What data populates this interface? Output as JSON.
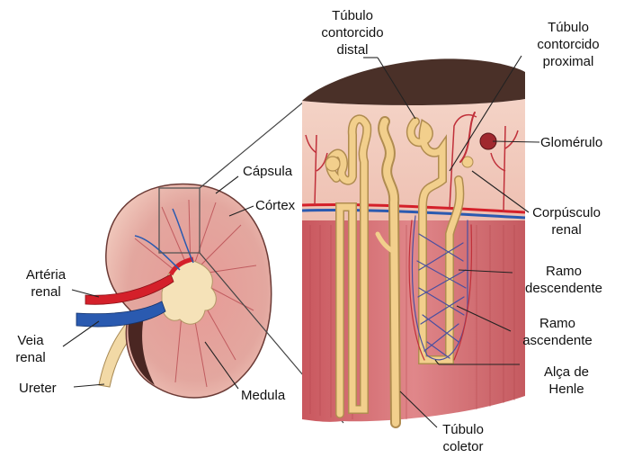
{
  "labels": {
    "tubulo_distal": [
      "Túbulo",
      "contorcido",
      "distal"
    ],
    "tubulo_proximal": [
      "Túbulo",
      "contorcido",
      "proximal"
    ],
    "glomerulo": "Glomérulo",
    "capsula": "Cápsula",
    "cortex": "Córtex",
    "corpusculo": [
      "Corpúsculo",
      "renal"
    ],
    "ramo_descendente": [
      "Ramo",
      "descendente"
    ],
    "ramo_ascendente": [
      "Ramo",
      "ascendente"
    ],
    "alca_henle": [
      "Alça de",
      "Henle"
    ],
    "tubulo_coletor": [
      "Túbulo",
      "coletor"
    ],
    "arteria_renal": [
      "Artéria",
      "renal"
    ],
    "veia_renal": [
      "Veia",
      "renal"
    ],
    "ureter": "Ureter",
    "medula": "Medula"
  },
  "colors": {
    "cortex": "#f0c6b8",
    "medulla": "#d9757a",
    "capsule_cap": "#4a3028",
    "tubule": "#f2cf8c",
    "artery": "#d4202a",
    "vein": "#2a5ab0",
    "pelvis": "#f3deb0"
  }
}
